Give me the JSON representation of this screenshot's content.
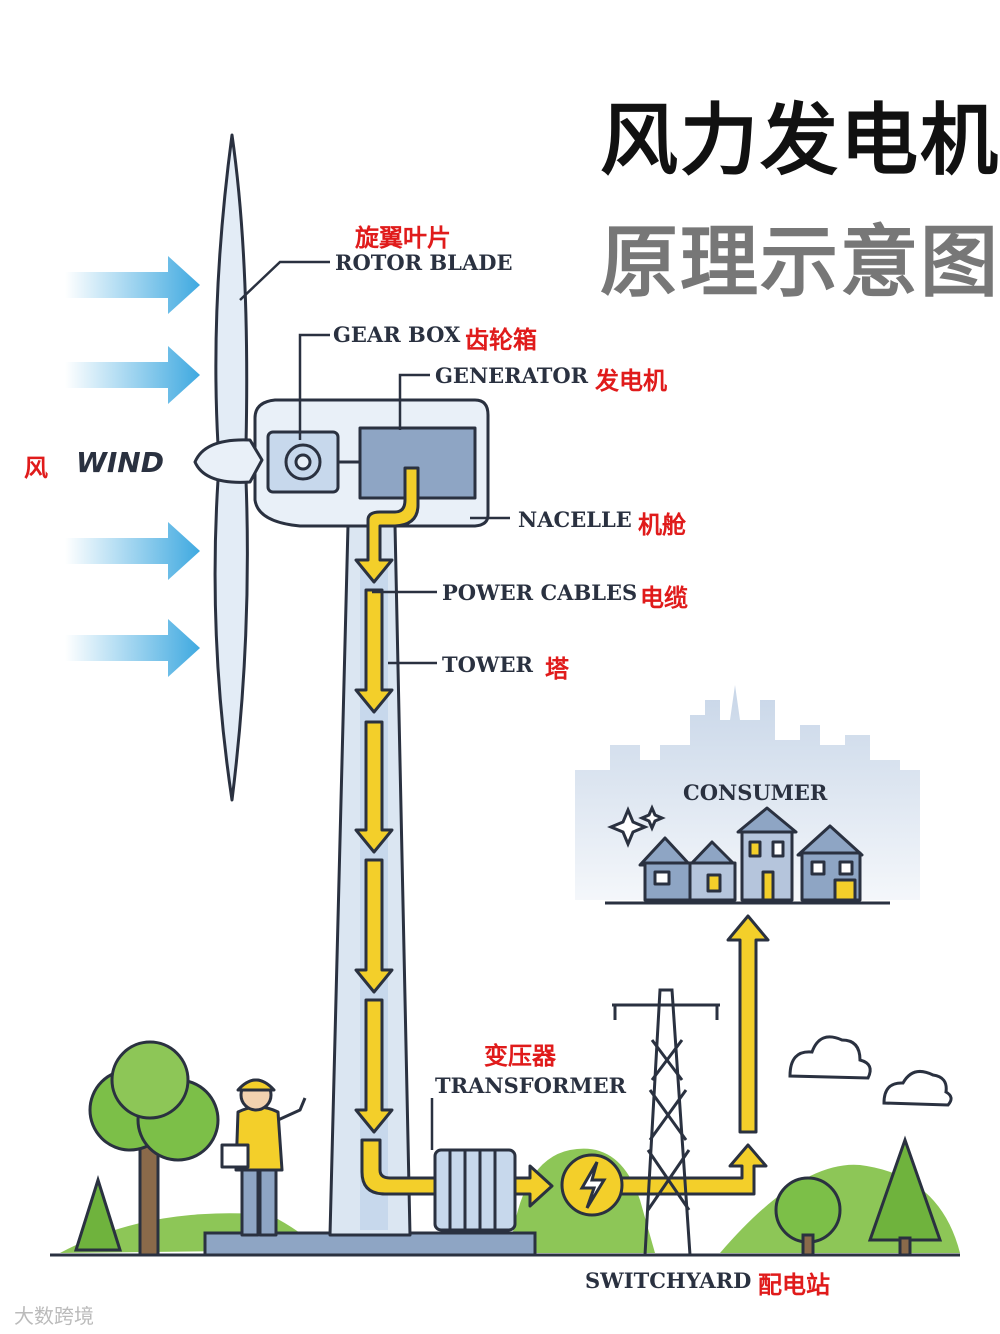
{
  "title": {
    "line1": "风力发电机",
    "line2": "原理示意图"
  },
  "labels": {
    "rotor_blade": {
      "cn": "旋翼叶片",
      "en": "ROTOR BLADE"
    },
    "gear_box": {
      "en": "GEAR BOX",
      "cn": "齿轮箱"
    },
    "generator": {
      "en": "GENERATOR",
      "cn": "发电机"
    },
    "wind": {
      "cn": "风",
      "en": "WIND"
    },
    "nacelle": {
      "en": "NACELLE",
      "cn": "机舱"
    },
    "power_cables": {
      "en": "POWER CABLES",
      "cn": "电缆"
    },
    "tower": {
      "en": "TOWER",
      "cn": "塔"
    },
    "consumer": {
      "en": "CONSUMER"
    },
    "transformer": {
      "cn": "变压器",
      "en": "TRANSFORMER"
    },
    "switchyard": {
      "en": "SWITCHYARD",
      "cn": "配电站"
    }
  },
  "watermark": "大数跨境",
  "colors": {
    "wind_arrow": "#3fa9e0",
    "power_flow": "#f3cf2a",
    "label_cn": "#e01b1b",
    "tower": "#dbe6f2",
    "outline": "#2a3140",
    "tree": "#7cbf48",
    "skyline": "#c8d6e8",
    "house": "#8ea5c4"
  }
}
